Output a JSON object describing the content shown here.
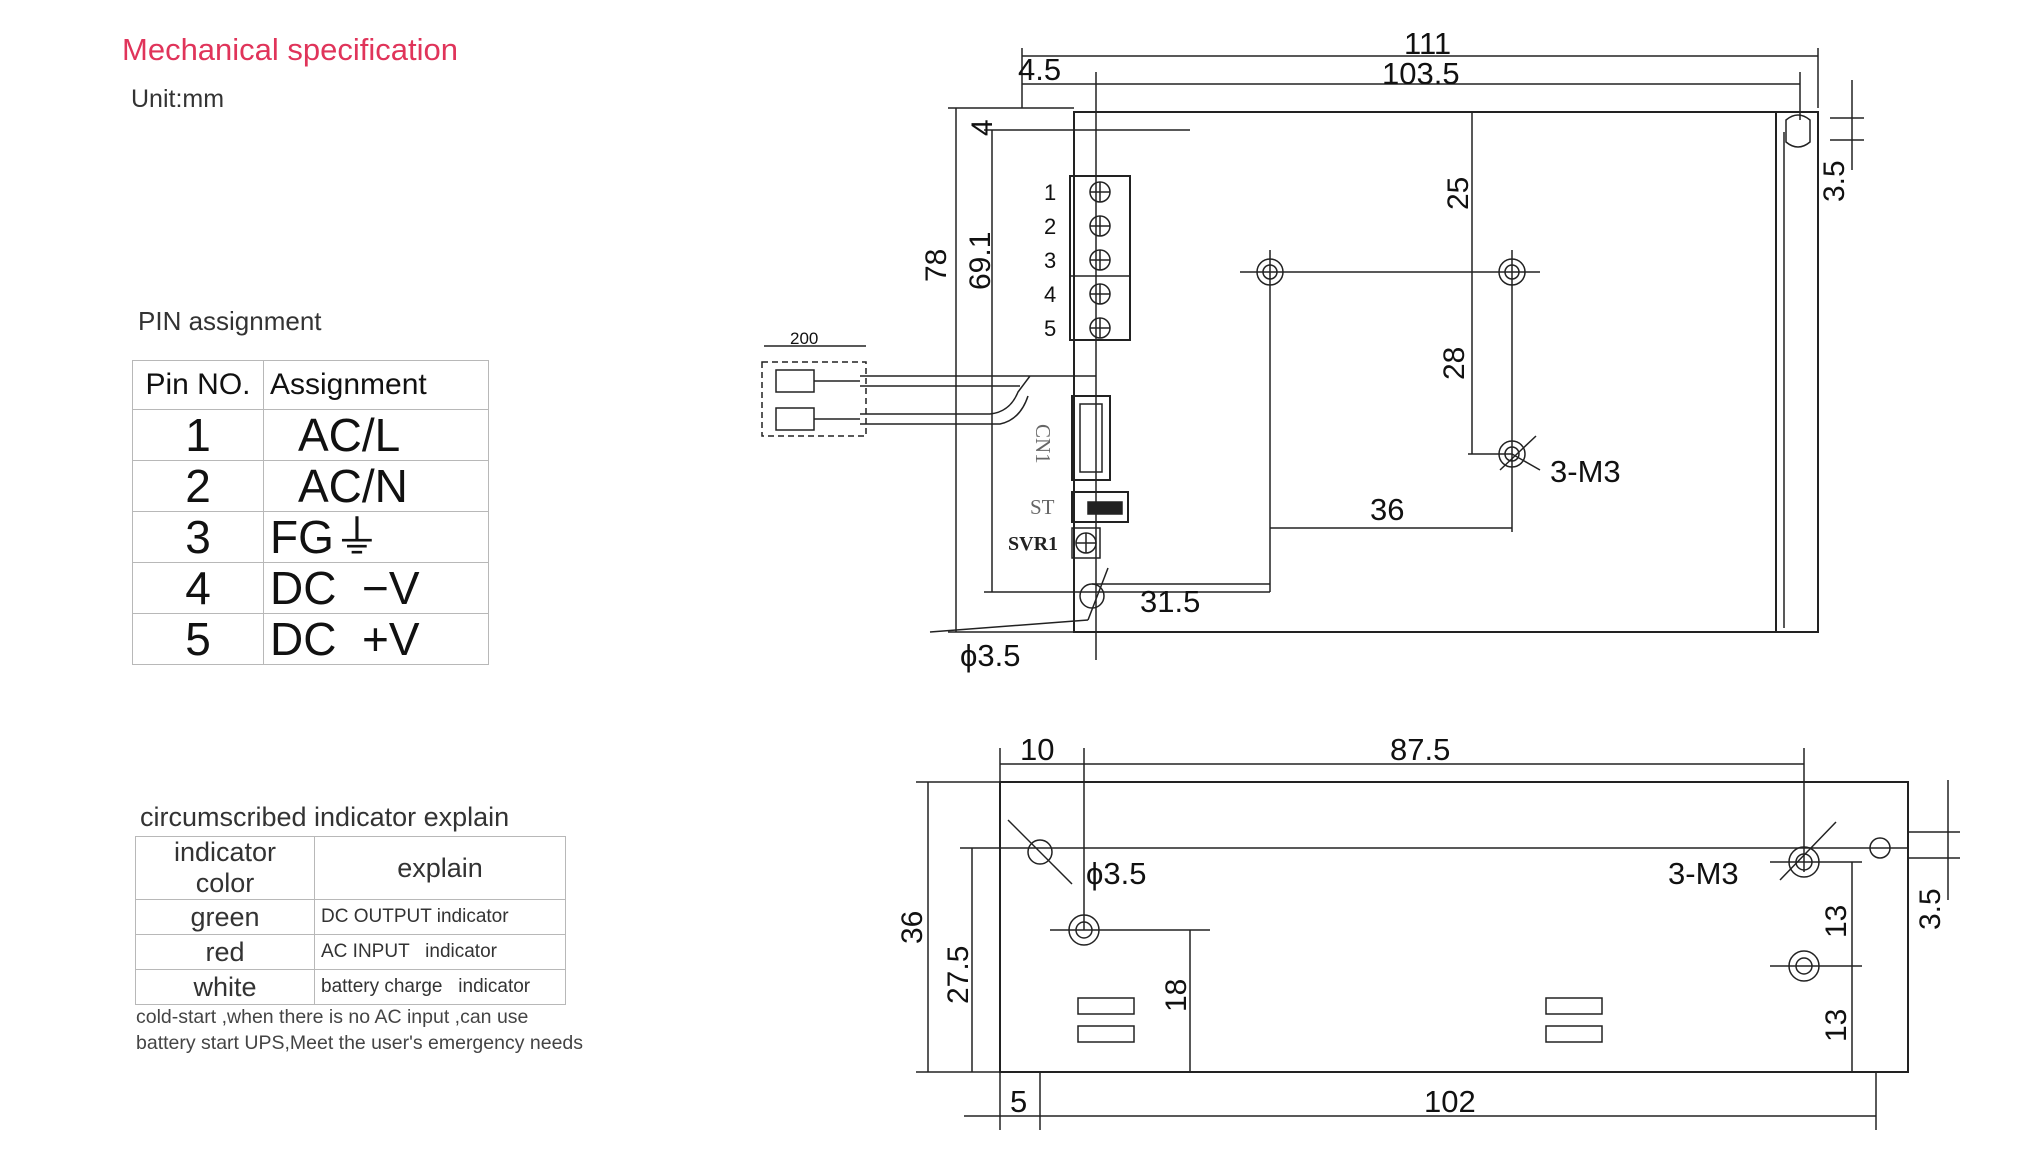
{
  "title": "Mechanical specification",
  "unit": "Unit:mm",
  "pin_section": {
    "caption": "PIN assignment",
    "headers": [
      "Pin NO.",
      "Assignment"
    ],
    "rows": [
      {
        "no": "1",
        "assignment": "AC/L"
      },
      {
        "no": "2",
        "assignment": "AC/N"
      },
      {
        "no": "3",
        "assignment": "FG⏚"
      },
      {
        "no": "4",
        "assignment": "DC  −V"
      },
      {
        "no": "5",
        "assignment": "DC  +V"
      }
    ]
  },
  "indicator_section": {
    "caption": "circumscribed indicator explain",
    "headers": [
      "indicator color",
      "explain"
    ],
    "rows": [
      {
        "color": "green",
        "explain": "DC OUTPUT indicator"
      },
      {
        "color": "red",
        "explain": "AC INPUT   indicator"
      },
      {
        "color": "white",
        "explain": "battery charge   indicator"
      }
    ]
  },
  "note": {
    "line1": "cold-start ,when there is no AC input ,can use",
    "line2": "battery start UPS,Meet the user's emergency needs"
  },
  "top_view": {
    "dims": {
      "w111": "111",
      "w103_5": "103.5",
      "w4_5": "4.5",
      "h4": "4",
      "h78": "78",
      "h69_1": "69.1",
      "d25": "25",
      "d28": "28",
      "d36": "36",
      "d31_5": "31.5",
      "hole": "ϕ3.5",
      "m3": "3-M3",
      "d3_5": "3.5",
      "wire": "200"
    },
    "terminal_pins": [
      "1",
      "2",
      "3",
      "4",
      "5"
    ],
    "labels": {
      "cn1": "CN1",
      "st": "ST",
      "svr1": "SVR1"
    }
  },
  "bottom_view": {
    "dims": {
      "d10": "10",
      "d87_5": "87.5",
      "hole": "ϕ3.5",
      "m3": "3-M3",
      "h36": "36",
      "h27_5": "27.5",
      "h18": "18",
      "h13a": "13",
      "h13b": "13",
      "h3_5": "3.5",
      "d5": "5",
      "d102": "102"
    }
  }
}
